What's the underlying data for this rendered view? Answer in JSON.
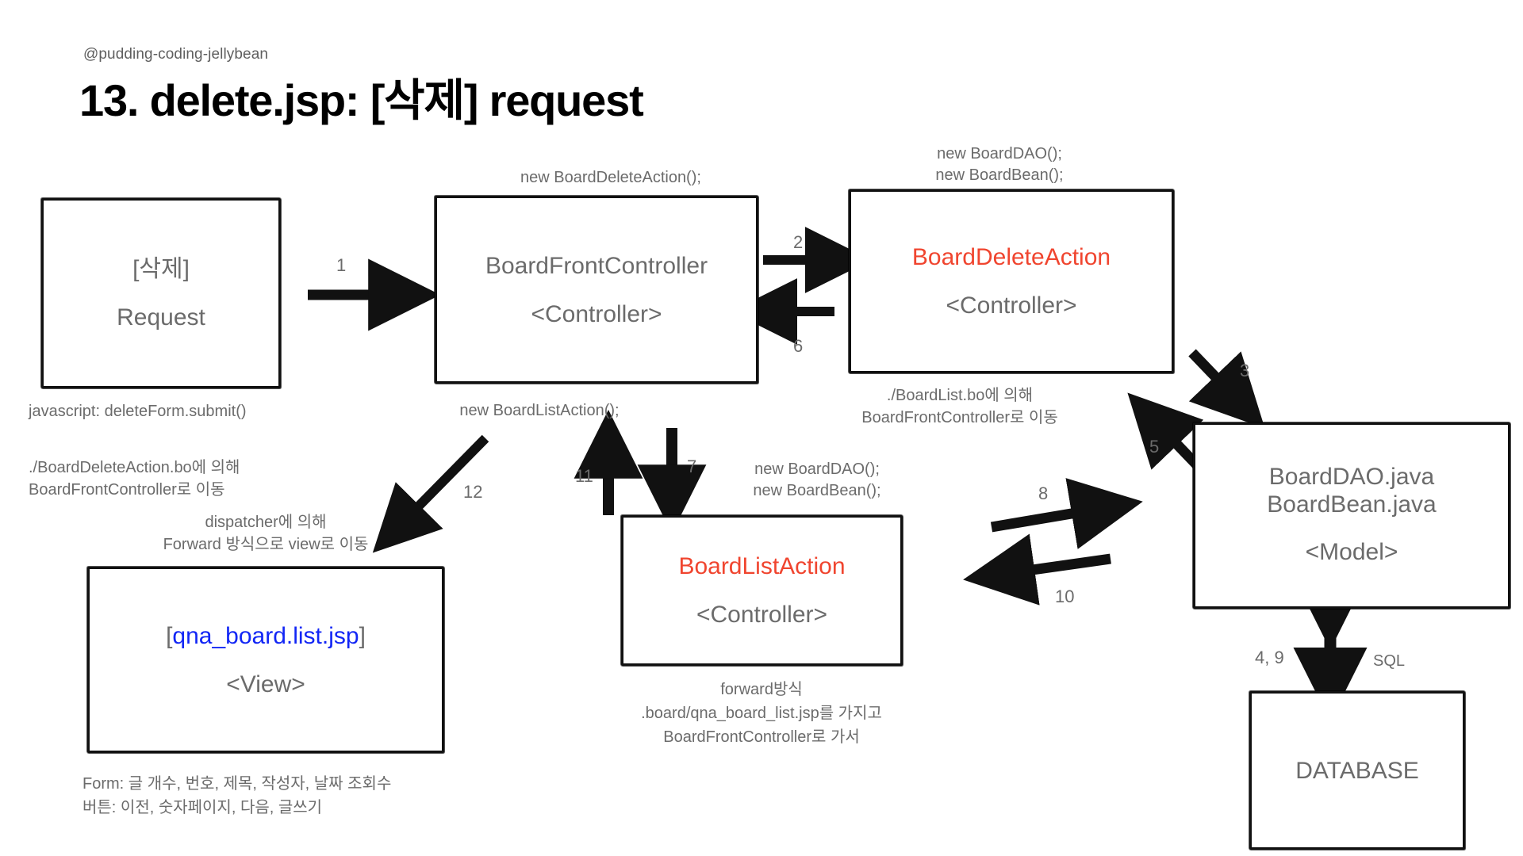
{
  "header": {
    "handle": "@pudding-coding-jellybean",
    "title": "13. delete.jsp: [삭제] request"
  },
  "boxes": {
    "request": {
      "line1": "[삭제]",
      "line2": "Request"
    },
    "front_controller": {
      "line1": "BoardFrontController",
      "line2": "<Controller>"
    },
    "delete_action": {
      "line1": "BoardDeleteAction",
      "line2": "<Controller>"
    },
    "list_action": {
      "line1": "BoardListAction",
      "line2": "<Controller>"
    },
    "model": {
      "line1": "BoardDAO.java",
      "line2": "BoardBean.java",
      "line3": "<Model>"
    },
    "view": {
      "bracket_open": "[",
      "name": "qna_board.list.jsp",
      "bracket_close": "]",
      "line2": "<View>"
    },
    "database": {
      "line1": "DATABASE"
    }
  },
  "notes": {
    "new_delete_action": "new BoardDeleteAction();",
    "new_dao_bean_top_1": "new BoardDAO();",
    "new_dao_bean_top_2": "new BoardBean();",
    "new_list_action": "new BoardListAction();",
    "new_dao_bean_mid_1": "new BoardDAO();",
    "new_dao_bean_mid_2": "new BoardBean();",
    "javascript_submit": "javascript: deleteForm.submit()",
    "delete_bo_1": "./BoardDeleteAction.bo에 의해",
    "delete_bo_2": "BoardFrontController로 이동",
    "list_bo_1": "./BoardList.bo에 의해",
    "list_bo_2": "BoardFrontController로 이동",
    "dispatcher_1": "dispatcher에 의해",
    "dispatcher_2": "Forward 방식으로 view로 이동",
    "forward_1": "forward방식",
    "forward_2": ".board/qna_board_list.jsp를 가지고",
    "forward_3": "BoardFrontController로 가서",
    "form_items": "Form: 글 개수, 번호, 제목, 작성자, 날짜 조회수",
    "button_items": "버튼: 이전, 숫자페이지, 다음, 글쓰기",
    "sql": "SQL"
  },
  "step_numbers": {
    "n1": "1",
    "n2": "2",
    "n3": "3",
    "n5": "5",
    "n6": "6",
    "n7": "7",
    "n8": "8",
    "n10": "10",
    "n11": "11",
    "n12": "12",
    "n4_9": "4, 9"
  },
  "colors": {
    "accent_red": "#f0452f",
    "accent_blue": "#1226f5",
    "text_gray": "#6b6b6b",
    "stroke_black": "#111111"
  }
}
